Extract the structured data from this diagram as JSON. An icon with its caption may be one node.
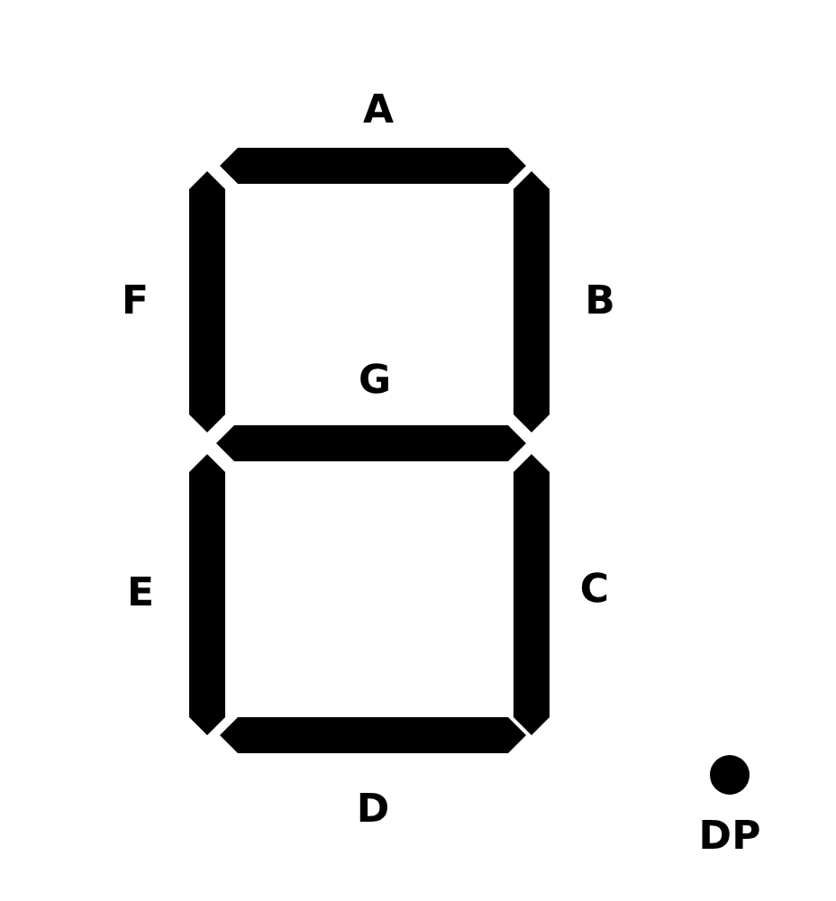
{
  "diagram": {
    "labels": [
      "A",
      "F",
      "B",
      "G",
      "E",
      "C",
      "D",
      "DP"
    ]
  }
}
